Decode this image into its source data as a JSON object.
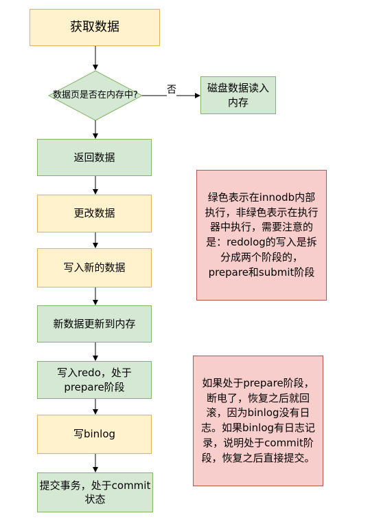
{
  "nodes": {
    "get_data": "获取数据",
    "decision": "数据页是否在内存中?",
    "disk_read": "磁盘数据读入内存",
    "return_data": "返回数据",
    "change_data": "更改数据",
    "write_new": "写入新的数据",
    "update_mem": "新数据更新到内存",
    "write_redo": "写入redo，处于prepare阶段",
    "write_binlog": "写binlog",
    "commit": "提交事务，处于commit状态"
  },
  "edge_labels": {
    "no": "否"
  },
  "notes": {
    "note1": "绿色表示在innodb内部执行，非绿色表示在执行器中执行，需要注意的是：redolog的写入是拆分成两个阶段的，prepare和submit阶段",
    "note2": "如果处于prepare阶段，断电了，恢复之后就回滚，因为binlog没有日志。如果binlog有日志记录，说明处于commit阶段，恢复之后直接提交。"
  },
  "colors": {
    "yellow_fill": "#fff2cc",
    "yellow_stroke": "#d6b656",
    "green_fill": "#d5e8d4",
    "green_stroke": "#82b366",
    "red_fill": "#f8cecc",
    "red_stroke": "#b85450"
  }
}
